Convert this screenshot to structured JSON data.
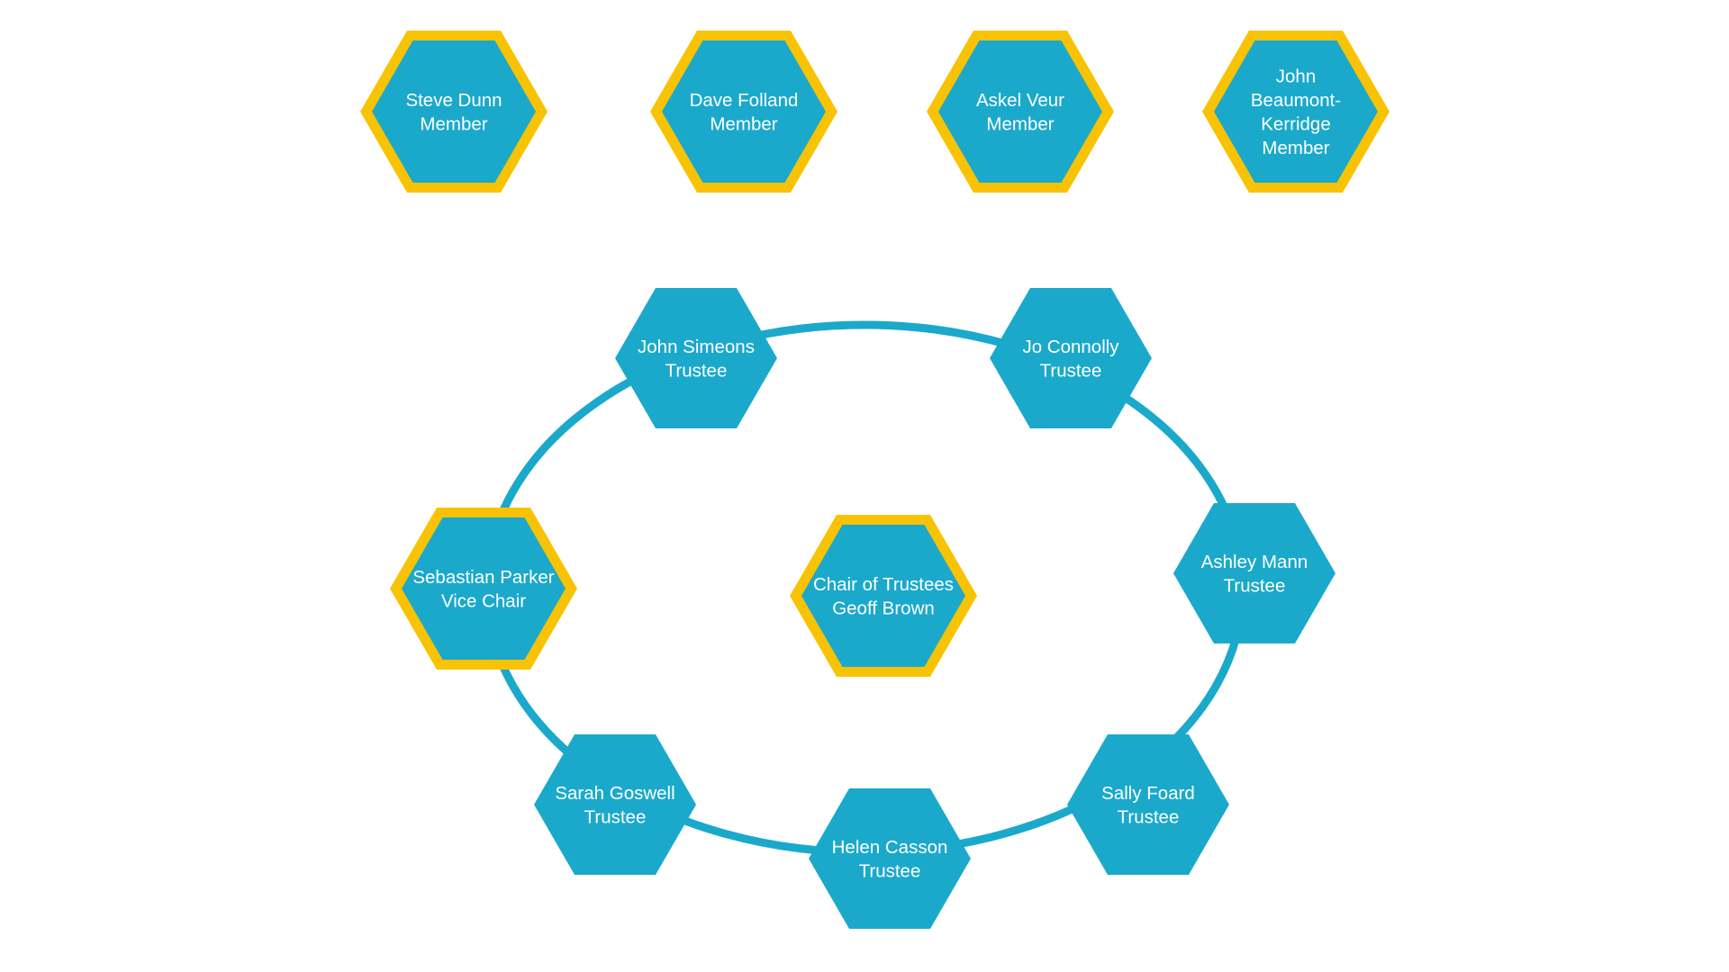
{
  "colors": {
    "hex_fill": "#1BA9CB",
    "hex_border": "#F8C304",
    "ring": "#1BA9CB",
    "text": "#FFFFFF",
    "background": "#FFFFFF"
  },
  "members": [
    {
      "lines": [
        "Steve Dunn",
        "Member"
      ]
    },
    {
      "lines": [
        "Dave Folland",
        "Member"
      ]
    },
    {
      "lines": [
        "Askel Veur",
        "Member"
      ]
    },
    {
      "lines": [
        "John",
        "Beaumont-",
        "Kerridge",
        "Member"
      ]
    }
  ],
  "chair": {
    "lines": [
      "Chair of Trustees",
      "Geoff Brown"
    ]
  },
  "vice_chair": {
    "lines": [
      "Sebastian Parker",
      "Vice Chair"
    ]
  },
  "trustees": [
    {
      "lines": [
        "John Simeons",
        "Trustee"
      ]
    },
    {
      "lines": [
        "Jo Connolly",
        "Trustee"
      ]
    },
    {
      "lines": [
        "Ashley Mann",
        "Trustee"
      ]
    },
    {
      "lines": [
        "Sally Foard",
        "Trustee"
      ]
    },
    {
      "lines": [
        "Helen Casson",
        "Trustee"
      ]
    },
    {
      "lines": [
        "Sarah Goswell",
        "Trustee"
      ]
    }
  ]
}
